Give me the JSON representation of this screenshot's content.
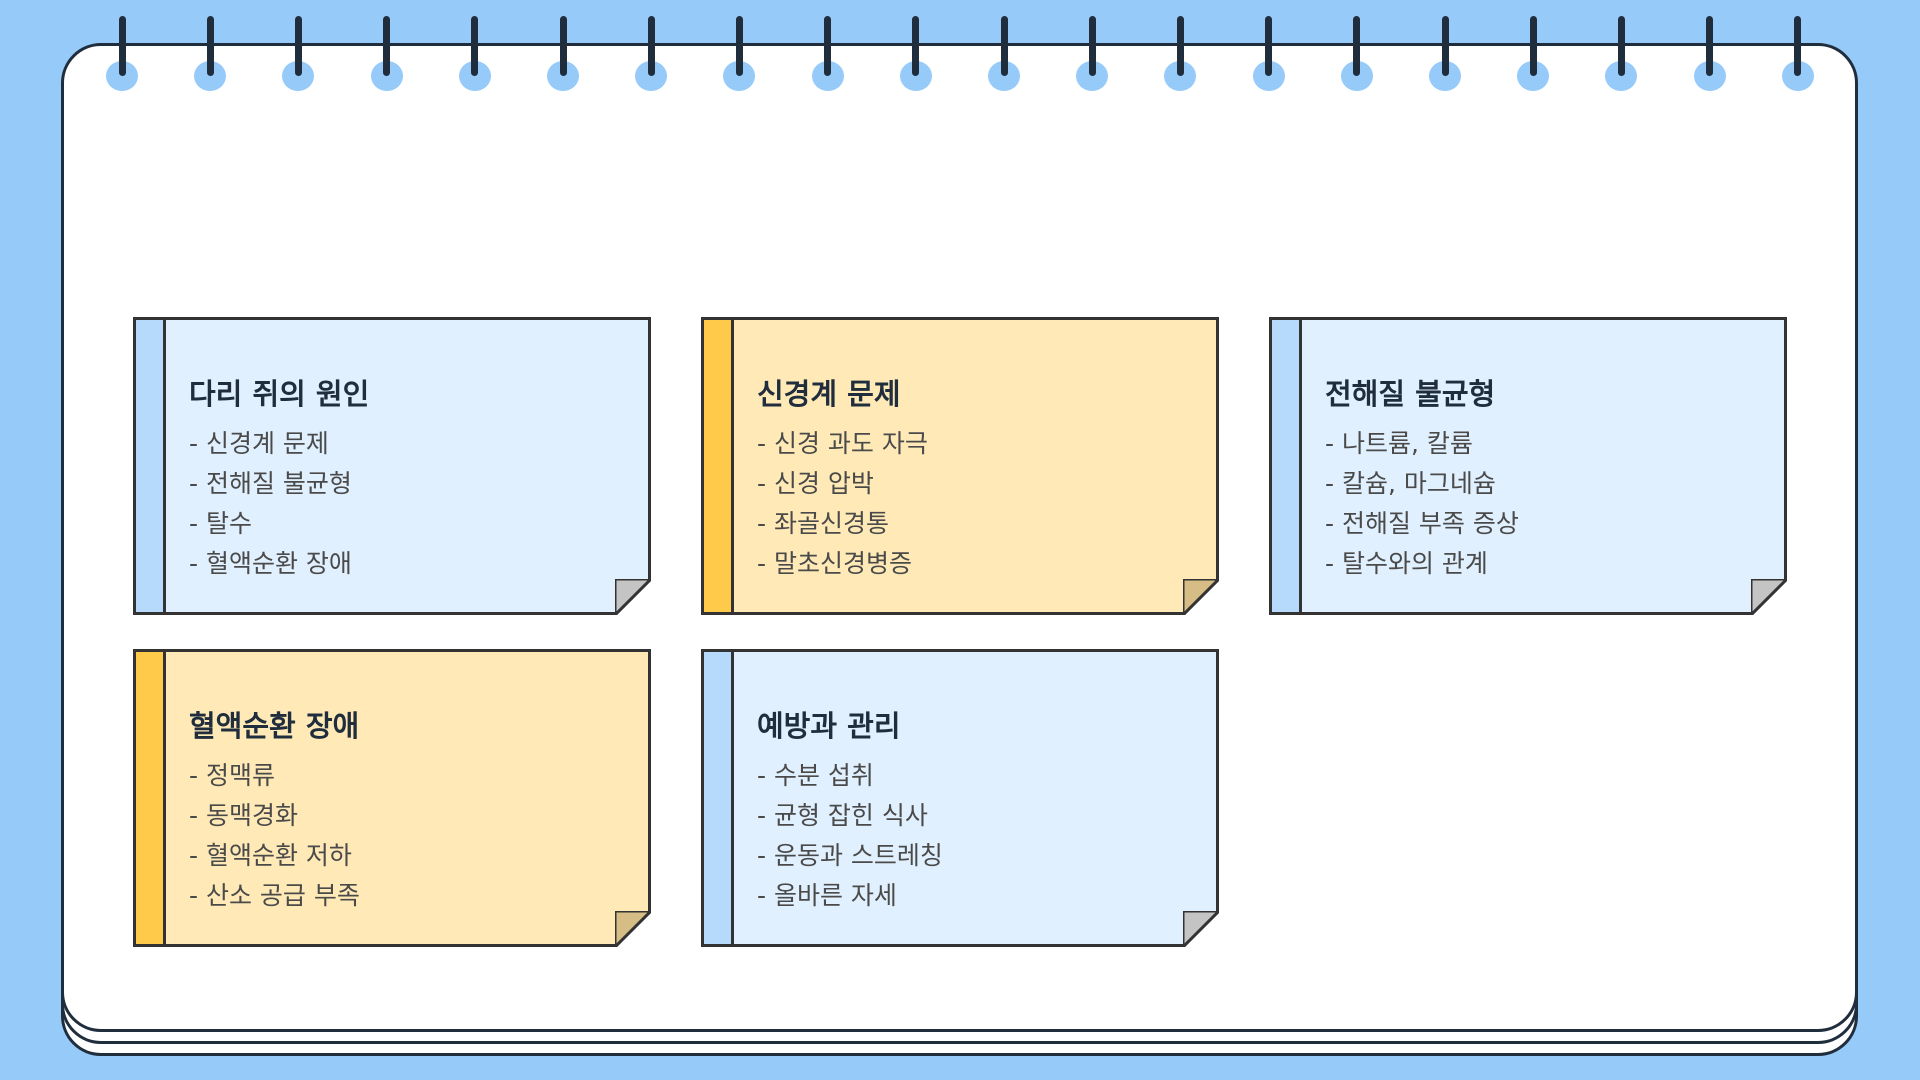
{
  "colors": {
    "background": "#95caf9",
    "page": "#ffffff",
    "outline": "#1f2d3d",
    "card_blue": "#e1f0fe",
    "card_blue_stripe": "#b5dafc",
    "card_yellow": "#ffeab7",
    "card_yellow_stripe": "#ffc94a"
  },
  "cards": [
    {
      "title": "다리 쥐의 원인",
      "items": [
        "- 신경계 문제",
        "- 전해질 불균형",
        "- 탈수",
        "- 혈액순환 장애"
      ]
    },
    {
      "title": "신경계 문제",
      "items": [
        "- 신경 과도 자극",
        "- 신경 압박",
        "- 좌골신경통",
        "- 말초신경병증"
      ]
    },
    {
      "title": "전해질 불균형",
      "items": [
        "- 나트륨, 칼륨",
        "- 칼슘, 마그네슘",
        "- 전해질 부족 증상",
        "- 탈수와의 관계"
      ]
    },
    {
      "title": "혈액순환 장애",
      "items": [
        "- 정맥류",
        "- 동맥경화",
        "- 혈액순환 저하",
        "- 산소 공급 부족"
      ]
    },
    {
      "title": "예방과 관리",
      "items": [
        "- 수분 섭취",
        "- 균형 잡힌 식사",
        "- 운동과 스트레칭",
        "- 올바른 자세"
      ]
    }
  ]
}
